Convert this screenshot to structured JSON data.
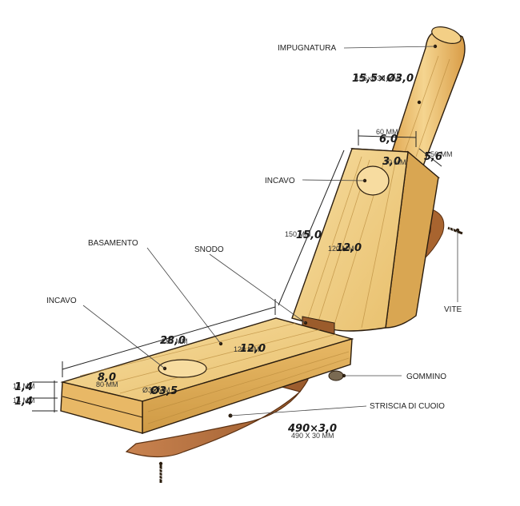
{
  "labels": {
    "handle": "IMPUGNATURA",
    "recess_upper": "INCAVO",
    "base": "BASAMENTO",
    "joint": "SNODO",
    "recess_lower": "INCAVO",
    "screw": "VITE",
    "rubber": "GOMMINO",
    "leather": "STRISCIA DI CUOIO"
  },
  "dimensions": {
    "handle_main": "15,5×Ø3,0",
    "handle_sub": "155×Ø30 MM",
    "head_width_main": "6,0",
    "head_width_sub": "60 MM",
    "head_depth_main": "5,6",
    "head_depth_sub": "56 MM",
    "head_hole_main": "3,0",
    "head_hole_sub": "30 MM",
    "head_length_main": "15,0",
    "head_length_sub": "150 MM",
    "head_thick_main": "12,0",
    "head_thick_sub": "120 MM",
    "base_length_main": "28,0",
    "base_length_sub": "280 MM",
    "base_width_main": "12,0",
    "base_width_sub": "120 MM",
    "base_hole_off_main": "8,0",
    "base_hole_off_sub": "80 MM",
    "base_hole_main": "Ø3,5",
    "base_hole_sub": "Ø35 MM",
    "base_thick_main_a": "1,4",
    "base_thick_sub_a": "14 MM",
    "base_thick_main_b": "1,4",
    "base_thick_sub_b": "14 MM",
    "strap_main": "490×3,0",
    "strap_sub": "490 X 30 MM"
  },
  "colors": {
    "wood_light": "#f2d28c",
    "wood_mid": "#e0b462",
    "wood_dark": "#c9923d",
    "leather": "#b5703e",
    "leather_dark": "#7a4520"
  }
}
